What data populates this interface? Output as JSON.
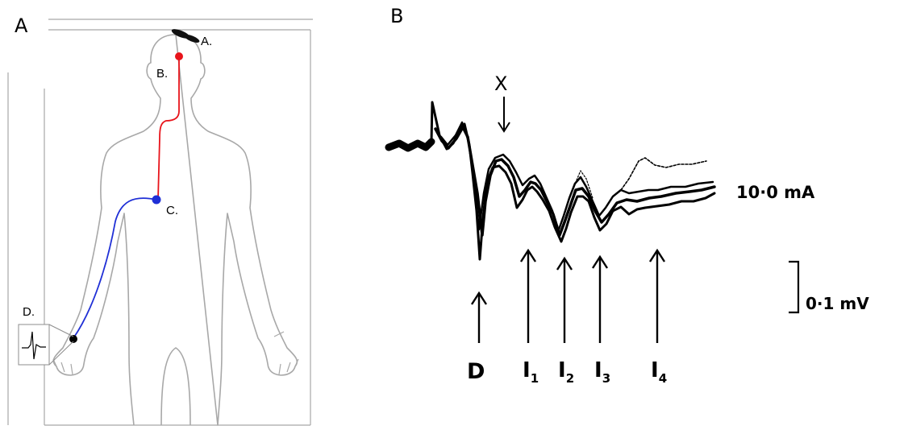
{
  "panel_a": {
    "letter": "A",
    "markers": {
      "a": "A.",
      "b": "B.",
      "c": "C.",
      "d": "D."
    },
    "colors": {
      "upper_path": "#e8141b",
      "lower_path": "#1f2fd6",
      "outline": "#a8a8a8",
      "point_b": "#e8141b",
      "point_c": "#1f2fd6",
      "point_d": "#000000"
    }
  },
  "panel_b": {
    "letter": "B",
    "stim_marker": "X",
    "stim_label": "10·0 mA",
    "scale_label": "0·1 mV",
    "peaks": [
      {
        "base": "D",
        "sub": ""
      },
      {
        "base": "I",
        "sub": "1"
      },
      {
        "base": "I",
        "sub": "2"
      },
      {
        "base": "I",
        "sub": "3"
      },
      {
        "base": "I",
        "sub": "4"
      }
    ]
  }
}
